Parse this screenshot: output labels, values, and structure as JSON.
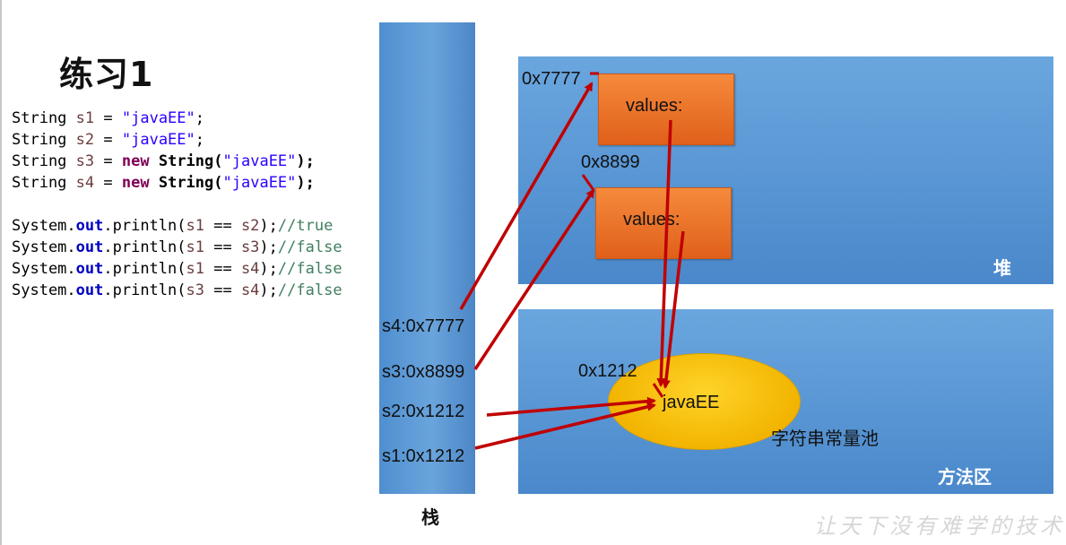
{
  "title": "练习1",
  "code": {
    "l1": {
      "type": "String",
      "var": "s1",
      "op": " = ",
      "str": "\"javaEE\"",
      "end": ";"
    },
    "l2": {
      "type": "String",
      "var": "s2",
      "op": " = ",
      "str": "\"javaEE\"",
      "end": ";"
    },
    "l3": {
      "type": "String",
      "var": "s3",
      "op": " = ",
      "kw": "new",
      "cls": "String",
      "open": "(",
      "str": "\"javaEE\"",
      "end": ");"
    },
    "l4": {
      "type": "String",
      "var": "s4",
      "op": " = ",
      "kw": "new",
      "cls": "String",
      "open": "(",
      "str": "\"javaEE\"",
      "end": ");"
    },
    "p1": {
      "sys": "System.",
      "out": "out",
      "mid": ".println(",
      "a": "s1",
      "eq": " == ",
      "b": "s2",
      "close": ");",
      "com": "//true"
    },
    "p2": {
      "sys": "System.",
      "out": "out",
      "mid": ".println(",
      "a": "s1",
      "eq": " == ",
      "b": "s3",
      "close": ");",
      "com": "//false"
    },
    "p3": {
      "sys": "System.",
      "out": "out",
      "mid": ".println(",
      "a": "s1",
      "eq": " == ",
      "b": "s4",
      "close": ");",
      "com": "//false"
    },
    "p4": {
      "sys": "System.",
      "out": "out",
      "mid": ".println(",
      "a": "s3",
      "eq": " == ",
      "b": "s4",
      "close": ");",
      "com": "//false"
    }
  },
  "stack": {
    "label": "栈",
    "entries": [
      "s4:0x7777",
      "s3:0x8899",
      "s2:0x1212",
      "s1:0x1212"
    ]
  },
  "heap": {
    "label": "堆",
    "objects": [
      {
        "address": "0x7777",
        "field": "values:"
      },
      {
        "address": "0x8899",
        "field": "values:"
      }
    ]
  },
  "method_area": {
    "label": "方法区",
    "pool_address": "0x1212",
    "pool_value": "javaEE",
    "pool_label": "字符串常量池"
  },
  "watermark": "让天下没有难学的技术",
  "colors": {
    "stack": "#4f8fd0",
    "region": "#5b9bd5",
    "object": "#f07a30",
    "pool": "#ffc000",
    "arrow": "#c00000"
  }
}
